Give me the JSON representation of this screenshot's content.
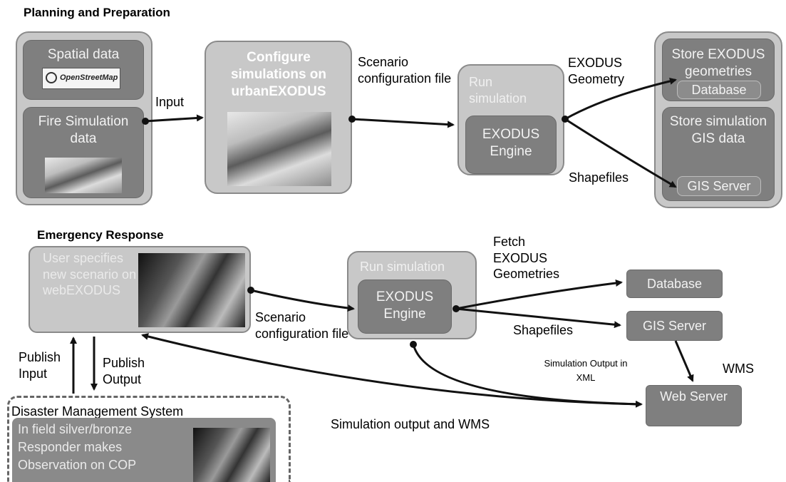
{
  "sections": {
    "planning": "Planning and Preparation",
    "emergency": "Emergency Response"
  },
  "planning": {
    "spatial_data": "Spatial data",
    "osm_logo_text": "OpenStreetMap",
    "fire_sim_data": "Fire Simulation data",
    "input_label": "Input",
    "configure": "Configure simulations on urbanEXODUS",
    "scenario_file": "Scenario configuration file",
    "run_simulation": "Run simulation",
    "exodus_engine": "EXODUS Engine",
    "exodus_geometry": "EXODUS Geometry",
    "shapefiles": "Shapefiles",
    "store_geometries": "Store EXODUS geometries",
    "database": "Database",
    "store_gis": "Store simulation GIS data",
    "gis_server": "GIS Server"
  },
  "emergency": {
    "user_specifies": "User specifies new scenario on webEXODUS",
    "scenario_file": "Scenario configuration file",
    "run_simulation": "Run simulation",
    "exodus_engine": "EXODUS Engine",
    "fetch_geometries": "Fetch EXODUS Geometries",
    "shapefiles": "Shapefiles",
    "database": "Database",
    "gis_server": "GIS Server",
    "wms": "WMS",
    "sim_output_xml": "Simulation Output in XML",
    "web_server": "Web Server",
    "sim_output_wms": "Simulation output and WMS",
    "publish_input": "Publish Input",
    "publish_output": "Publish Output",
    "dms_title": "Disaster Management System",
    "field_responder": "In field silver/bronze Responder makes Observation on COP"
  }
}
